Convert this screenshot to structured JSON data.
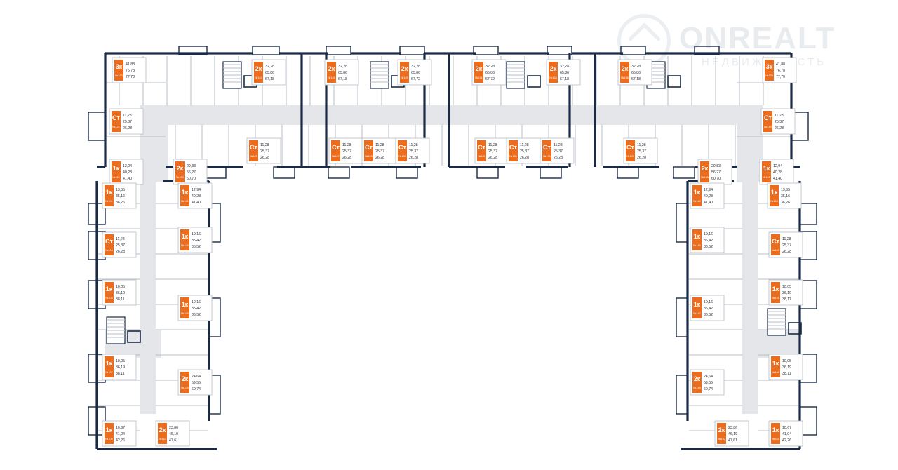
{
  "watermark": {
    "brand": "ONREALT",
    "sub": "НЕДВИЖИМОСТЬ"
  },
  "colors": {
    "wall": "#1b2b45",
    "badge": "#ec6c1d",
    "corridor": "#e4e6e9",
    "inner": "#b7bcc4"
  },
  "units": [
    {
      "code": "3к",
      "no": "№120",
      "a": "41,88",
      "b": "76,78",
      "c": "77,70"
    },
    {
      "code": "Ст",
      "no": "№121",
      "a": "11,28",
      "b": "25,37",
      "c": "26,28"
    },
    {
      "code": "1к",
      "no": "№122",
      "a": "12,94",
      "b": "40,28",
      "c": "41,40"
    },
    {
      "code": "2к",
      "no": "№123",
      "a": "29,83",
      "b": "56,27",
      "c": "60,70"
    },
    {
      "code": "2к",
      "no": "№124",
      "a": "32,28",
      "b": "65,86",
      "c": "67,18"
    },
    {
      "code": "Ст",
      "no": "№125",
      "a": "11,28",
      "b": "25,37",
      "c": "26,28"
    },
    {
      "code": "2к",
      "no": "№126",
      "a": "32,28",
      "b": "65,86",
      "c": "67,18"
    },
    {
      "code": "Ст",
      "no": "№127",
      "a": "11,28",
      "b": "25,37",
      "c": "26,28"
    },
    {
      "code": "Ст",
      "no": "№128",
      "a": "11,28",
      "b": "25,37",
      "c": "26,28"
    },
    {
      "code": "2к",
      "no": "№129",
      "a": "32,28",
      "b": "65,86",
      "c": "67,72"
    },
    {
      "code": "Ст",
      "no": "№130",
      "a": "11,28",
      "b": "25,37",
      "c": "26,28"
    },
    {
      "code": "2к",
      "no": "№131",
      "a": "32,28",
      "b": "65,86",
      "c": "67,72"
    },
    {
      "code": "Ст",
      "no": "№132",
      "a": "11,28",
      "b": "25,37",
      "c": "26,28"
    },
    {
      "code": "Ст",
      "no": "№133",
      "a": "11,28",
      "b": "25,37",
      "c": "26,28"
    },
    {
      "code": "2к",
      "no": "№134",
      "a": "32,28",
      "b": "65,86",
      "c": "67,18"
    },
    {
      "code": "Ст",
      "no": "№135",
      "a": "11,28",
      "b": "25,37",
      "c": "26,28"
    },
    {
      "code": "2к",
      "no": "№136",
      "a": "32,28",
      "b": "65,86",
      "c": "67,18"
    },
    {
      "code": "Ст",
      "no": "№137",
      "a": "11,28",
      "b": "25,37",
      "c": "26,28"
    },
    {
      "code": "2к",
      "no": "№138",
      "a": "29,83",
      "b": "56,27",
      "c": "60,70"
    },
    {
      "code": "3к",
      "no": "№139",
      "a": "41,88",
      "b": "76,78",
      "c": "77,70"
    },
    {
      "code": "Ст",
      "no": "№140",
      "a": "11,28",
      "b": "25,37",
      "c": "26,28"
    },
    {
      "code": "1к",
      "no": "№141",
      "a": "12,94",
      "b": "40,28",
      "c": "41,40"
    },
    {
      "code": "1к",
      "no": "№101",
      "a": "13,55",
      "b": "35,16",
      "c": "36,26"
    },
    {
      "code": "1к",
      "no": "№102",
      "a": "12,94",
      "b": "40,28",
      "c": "41,40"
    },
    {
      "code": "Ст",
      "no": "№103",
      "a": "11,28",
      "b": "25,37",
      "c": "26,28"
    },
    {
      "code": "1к",
      "no": "№104",
      "a": "10,16",
      "b": "35,42",
      "c": "36,52"
    },
    {
      "code": "1к",
      "no": "№105",
      "a": "10,05",
      "b": "36,19",
      "c": "38,11"
    },
    {
      "code": "1к",
      "no": "№106",
      "a": "10,16",
      "b": "35,42",
      "c": "36,52"
    },
    {
      "code": "1к",
      "no": "№107",
      "a": "10,05",
      "b": "36,19",
      "c": "38,11"
    },
    {
      "code": "2к",
      "no": "№108",
      "a": "24,64",
      "b": "59,55",
      "c": "60,74"
    },
    {
      "code": "1к",
      "no": "№109",
      "a": "10,67",
      "b": "41,04",
      "c": "42,26"
    },
    {
      "code": "2к",
      "no": "№110",
      "a": "23,86",
      "b": "46,19",
      "c": "47,61"
    },
    {
      "code": "1к",
      "no": "№142",
      "a": "12,94",
      "b": "40,28",
      "c": "41,40"
    },
    {
      "code": "1к",
      "no": "№143",
      "a": "13,55",
      "b": "35,16",
      "c": "36,26"
    },
    {
      "code": "1к",
      "no": "№144",
      "a": "10,16",
      "b": "35,42",
      "c": "36,52"
    },
    {
      "code": "Ст",
      "no": "№145",
      "a": "11,28",
      "b": "25,37",
      "c": "26,28"
    },
    {
      "code": "1к",
      "no": "№146",
      "a": "10,05",
      "b": "36,19",
      "c": "38,11"
    },
    {
      "code": "1к",
      "no": "№147",
      "a": "10,16",
      "b": "35,42",
      "c": "36,52"
    },
    {
      "code": "1к",
      "no": "№148",
      "a": "10,05",
      "b": "36,19",
      "c": "38,11"
    },
    {
      "code": "2к",
      "no": "№149",
      "a": "24,64",
      "b": "59,55",
      "c": "60,74"
    },
    {
      "code": "2к",
      "no": "№150",
      "a": "23,86",
      "b": "46,19",
      "c": "47,61"
    },
    {
      "code": "1к",
      "no": "№151",
      "a": "10,67",
      "b": "41,04",
      "c": "42,26"
    }
  ]
}
